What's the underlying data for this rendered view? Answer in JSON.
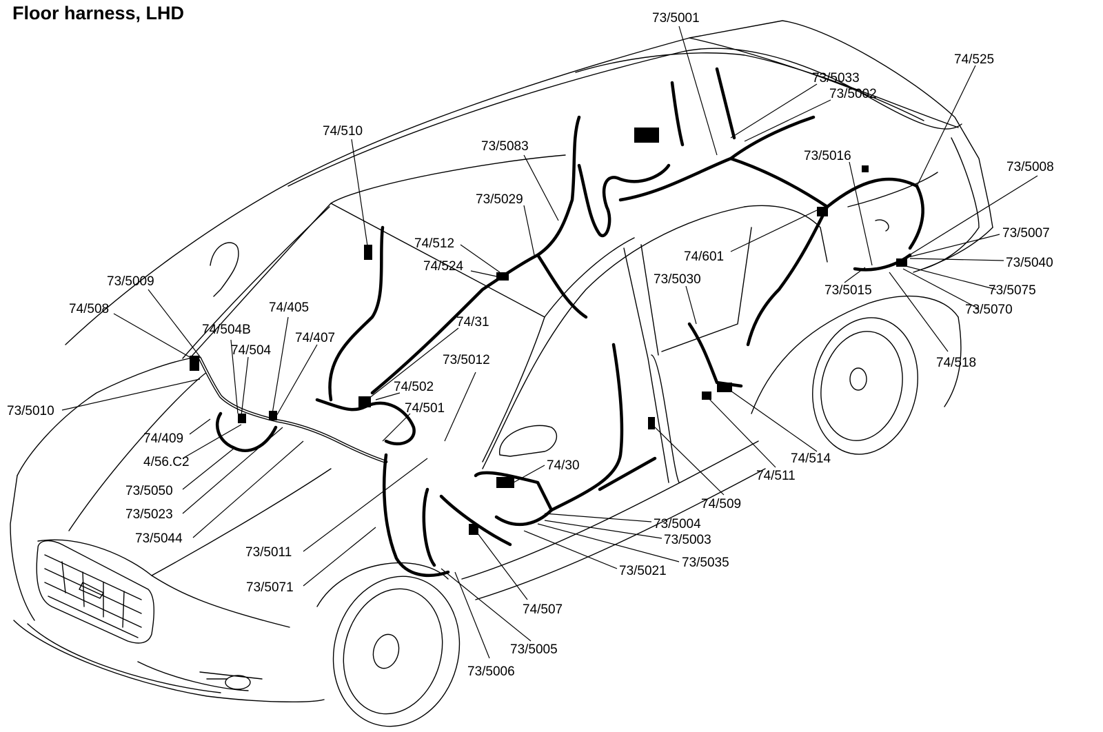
{
  "title": "Floor harness, LHD",
  "labels": [
    "73/5001",
    "74/525",
    "73/5033",
    "73/5002",
    "74/510",
    "73/5083",
    "73/5016",
    "73/5008",
    "73/5029",
    "74/512",
    "74/524",
    "73/5007",
    "74/601",
    "73/5040",
    "73/5009",
    "73/5030",
    "73/5015",
    "73/5075",
    "74/508",
    "74/405",
    "73/5070",
    "74/31",
    "74/504B",
    "74/407",
    "74/504",
    "74/518",
    "73/5012",
    "74/502",
    "73/5010",
    "74/501",
    "74/409",
    "74/514",
    "4/56.C2",
    "74/30",
    "74/511",
    "73/5050",
    "74/509",
    "73/5023",
    "73/5004",
    "73/5003",
    "73/5044",
    "73/5035",
    "73/5011",
    "73/5021",
    "73/5071",
    "74/507",
    "73/5005",
    "73/5006"
  ]
}
